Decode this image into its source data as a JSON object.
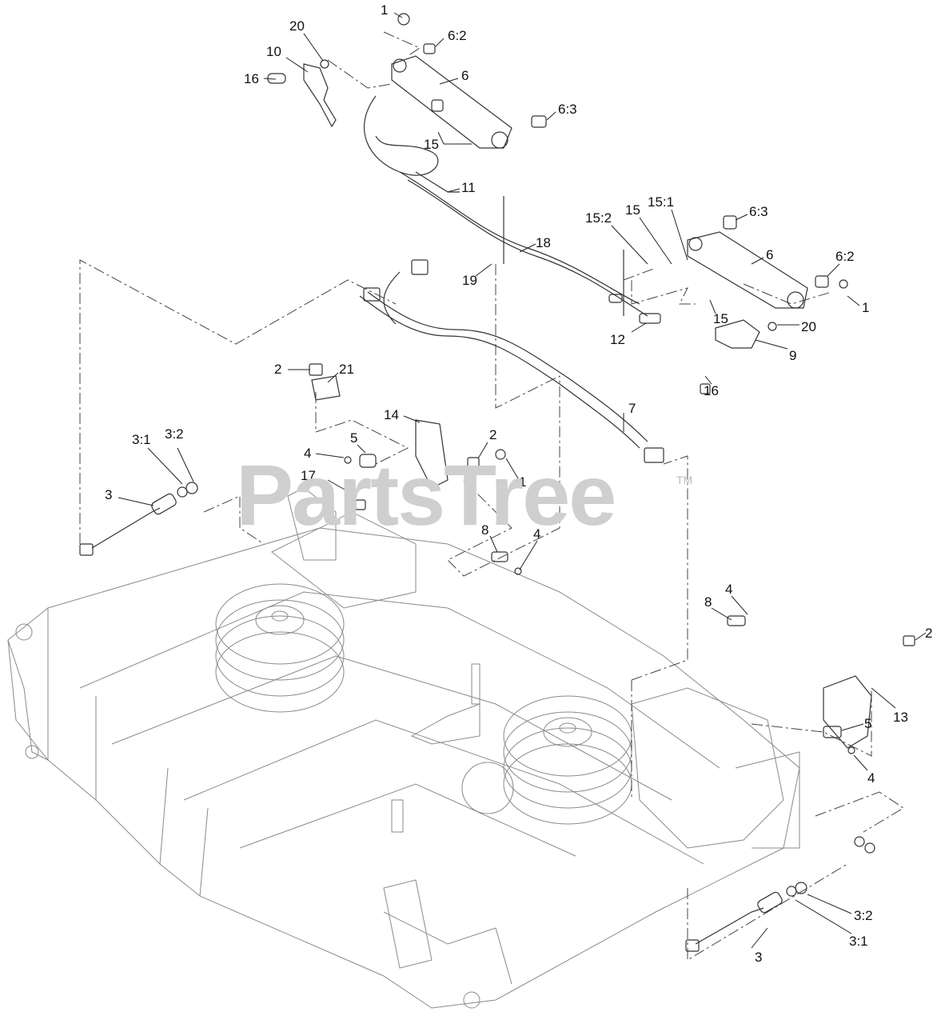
{
  "watermark": {
    "text": "PartsTree",
    "trademark": "TM"
  },
  "callouts": {
    "c1": "1",
    "c20a": "20",
    "c62a": "6:2",
    "c10": "10",
    "c6a": "6",
    "c16a": "16",
    "c63a": "6:3",
    "c15a": "15",
    "c11": "11",
    "c151": "15:1",
    "c152": "15:2",
    "c15b": "15",
    "c63b": "6:3",
    "c18": "18",
    "c6b": "6",
    "c62b": "6:2",
    "c19": "19",
    "c1b": "1",
    "c15c": "15",
    "c20b": "20",
    "c12": "12",
    "c9": "9",
    "c16b": "16",
    "c2a": "2",
    "c21": "21",
    "c7": "7",
    "c14": "14",
    "c31a": "3:1",
    "c32a": "3:2",
    "c5a": "5",
    "c2b": "2",
    "c4a": "4",
    "c1c": "1",
    "c3a": "3",
    "c17": "17",
    "c8a": "8",
    "c4b": "4",
    "c8b": "8",
    "c4c": "4",
    "c2c": "2",
    "c13": "13",
    "c5b": "5",
    "c4d": "4",
    "c32b": "3:2",
    "c31b": "3:1",
    "c3b": "3"
  }
}
